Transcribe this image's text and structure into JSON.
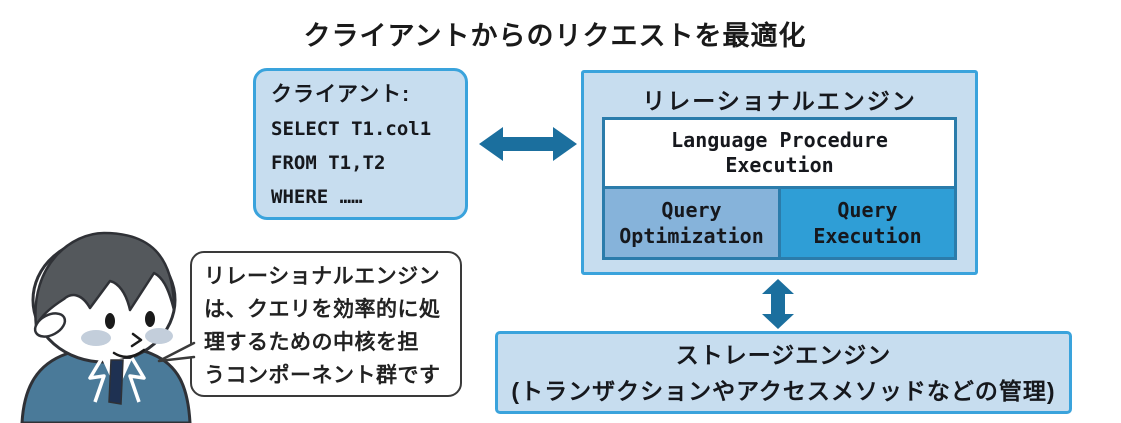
{
  "title": "クライアントからのリクエストを最適化",
  "client": {
    "lines": [
      "クライアント:",
      "SELECT T1.col1",
      "FROM T1,T2",
      "WHERE ……"
    ]
  },
  "relational_engine": {
    "title": "リレーショナルエンジン",
    "language_procedure_execution": {
      "lines": [
        "Language Procedure",
        "Execution"
      ]
    },
    "query_optimization": {
      "lines": [
        "Query",
        "Optimization"
      ]
    },
    "query_execution": {
      "lines": [
        "Query",
        "Execution"
      ]
    }
  },
  "storage_engine": {
    "lines": [
      "ストレージエンジン",
      "(トランザクションやアクセスメソッドなどの管理)"
    ]
  },
  "speech_bubble": {
    "lines": [
      "リレーショナルエンジン",
      "は、クエリを効率的に処",
      "理するための中核を担",
      "うコンポーネント群です"
    ]
  },
  "icons": {
    "horizontal_arrow": "bidirectional-arrow-horizontal",
    "vertical_arrow": "bidirectional-arrow-vertical",
    "character": "male-office-worker"
  },
  "colors": {
    "box_fill": "#c7ddef",
    "box_border": "#3aa3dc",
    "inner_border": "#2b7cab",
    "query_optimization_fill": "#86b3da",
    "query_execution_fill": "#2f9ed6",
    "arrow": "#1b6f9e",
    "bubble_border": "#3a3a3a",
    "suit": "#4a7a99",
    "hair": "#54585c",
    "tie": "#1e3152",
    "blush": "#c3cedb"
  }
}
